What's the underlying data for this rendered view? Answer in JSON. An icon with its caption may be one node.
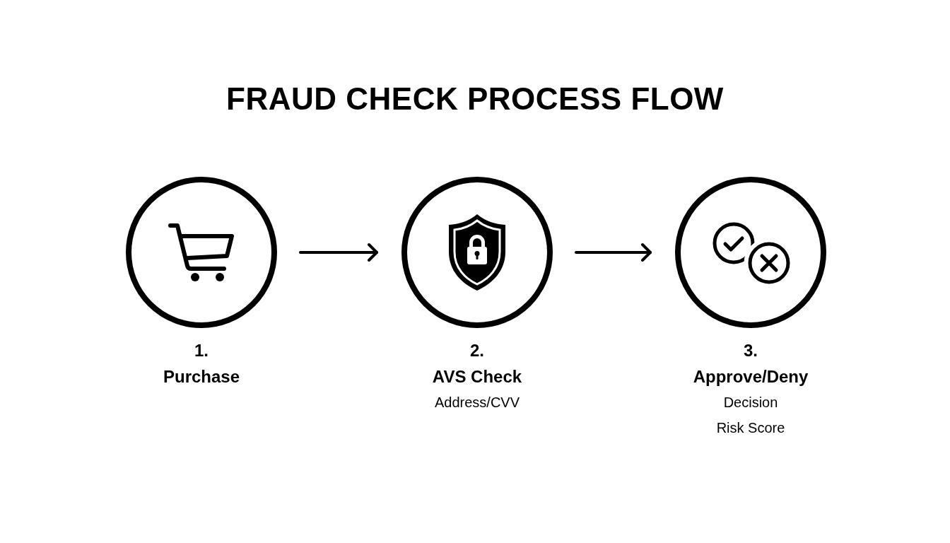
{
  "diagram": {
    "title": "FRAUD CHECK PROCESS FLOW",
    "nodes": [
      {
        "text": [],
        "shape": "circle",
        "beside": [
          "1.",
          "Purchase"
        ]
      },
      {
        "text": [],
        "shape": "circle",
        "beside": [
          "2.",
          "AVS Check",
          "Address/CVV"
        ]
      },
      {
        "text": [],
        "shape": "circle",
        "beside": [
          "3.",
          "Approve/Deny",
          "Decision",
          "Risk Score"
        ]
      }
    ],
    "edges": [
      {
        "from": 0,
        "to": 1,
        "arrow": "to"
      },
      {
        "from": 1,
        "to": 2,
        "arrow": "to"
      }
    ]
  }
}
